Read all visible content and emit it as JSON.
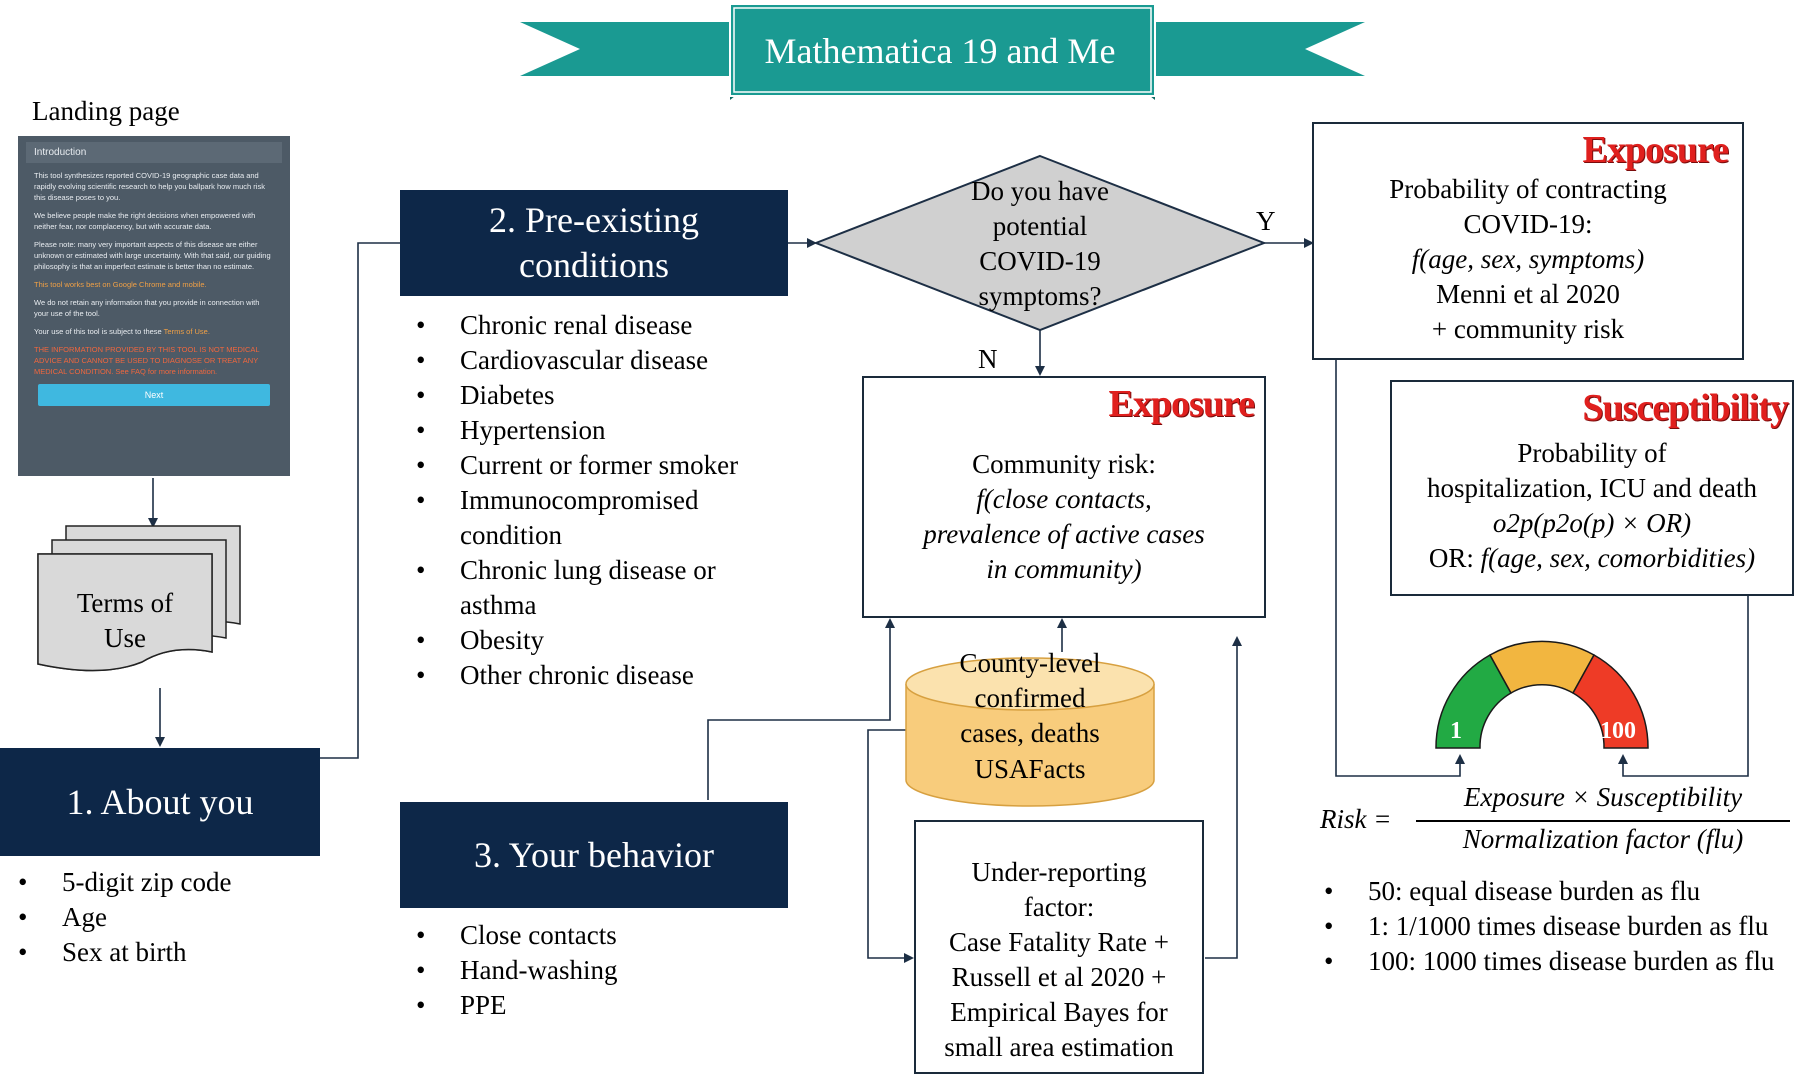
{
  "banner": {
    "title": "Mathematica 19 and Me",
    "color": "#1a9a92"
  },
  "landing": {
    "caption": "Landing page",
    "header": "Introduction",
    "paragraphs": [
      "This tool synthesizes reported COVID-19 geographic case data and rapidly evolving scientific research to help you ballpark how much risk this disease poses to you.",
      "We believe people make the right decisions when empowered with neither fear, nor complacency, but with accurate data.",
      "Please note: many very important aspects of this disease are either unknown or estimated with large uncertainty. With that said, our guiding philosophy is that an imperfect estimate is better than no estimate."
    ],
    "orange_note": "This tool works best on Google Chrome and mobile.",
    "privacy": "We do not retain any information that you provide in connection with your use of the tool.",
    "terms_prefix": "Your use of this tool is subject to these",
    "terms_link": "Terms of Use.",
    "warning": "THE INFORMATION PROVIDED BY THIS TOOL IS NOT MEDICAL ADVICE AND CANNOT BE USED TO DIAGNOSE OR TREAT ANY MEDICAL CONDITION. See FAQ for more information.",
    "next_button": "Next"
  },
  "terms_doc": {
    "line1": "Terms of",
    "line2": "Use"
  },
  "about": {
    "title": "1. About you",
    "items": [
      "5-digit zip code",
      "Age",
      "Sex at birth"
    ]
  },
  "preexisting": {
    "title_line1": "2. Pre-existing",
    "title_line2": "conditions",
    "items": [
      "Chronic renal disease",
      "Cardiovascular disease",
      "Diabetes",
      "Hypertension",
      "Current or former smoker",
      "Immunocompromised condition",
      "Chronic lung disease or asthma",
      "Obesity",
      "Other chronic disease"
    ]
  },
  "behavior": {
    "title": "3. Your behavior",
    "items": [
      "Close contacts",
      "Hand-washing",
      "PPE"
    ]
  },
  "decision": {
    "line1": "Do you have",
    "line2": "potential",
    "line3": "COVID-19",
    "line4": "symptoms?",
    "yes": "Y",
    "no": "N"
  },
  "exposure_top": {
    "tag": "Exposure",
    "line1": "Probability  of contracting",
    "line2": "COVID-19:",
    "formula": "f(age, sex, symptoms)",
    "line4": "Menni et al 2020",
    "line5": "+ community  risk"
  },
  "exposure_mid": {
    "tag": "Exposure",
    "line1": "Community  risk:",
    "line2": "f(close contacts,",
    "line3": "prevalence of active cases",
    "line4": "in community)"
  },
  "susceptibility": {
    "tag": "Susceptibility",
    "line1": "Probability  of",
    "line2": "hospitalization, ICU and death",
    "line3": "o2p(p2o(p) × OR)",
    "line4_prefix": "OR:",
    "line4_formula": "f(age, sex, comorbidities)"
  },
  "database": {
    "line1": "County-level  confirmed",
    "line2": "cases, deaths",
    "name": "USAFacts"
  },
  "underreport": {
    "line1": "Under-reporting",
    "line2": "factor:",
    "line3": "Case Fatality Rate +",
    "line4": "Russell et al 2020 +",
    "line5": "Empirical Bayes for",
    "line6": "small area estimation"
  },
  "gauge": {
    "low": "1",
    "high": "100",
    "colors": [
      "#22aa44",
      "#f2b640",
      "#ee3b26"
    ]
  },
  "risk": {
    "lhs": "Risk =",
    "numerator": "Exposure  × Susceptibility",
    "denominator": "Normalization factor (flu)",
    "items": [
      "50: equal disease burden as flu",
      "1: 1/1000 times disease burden as flu",
      "100: 1000 times disease burden as flu"
    ]
  }
}
